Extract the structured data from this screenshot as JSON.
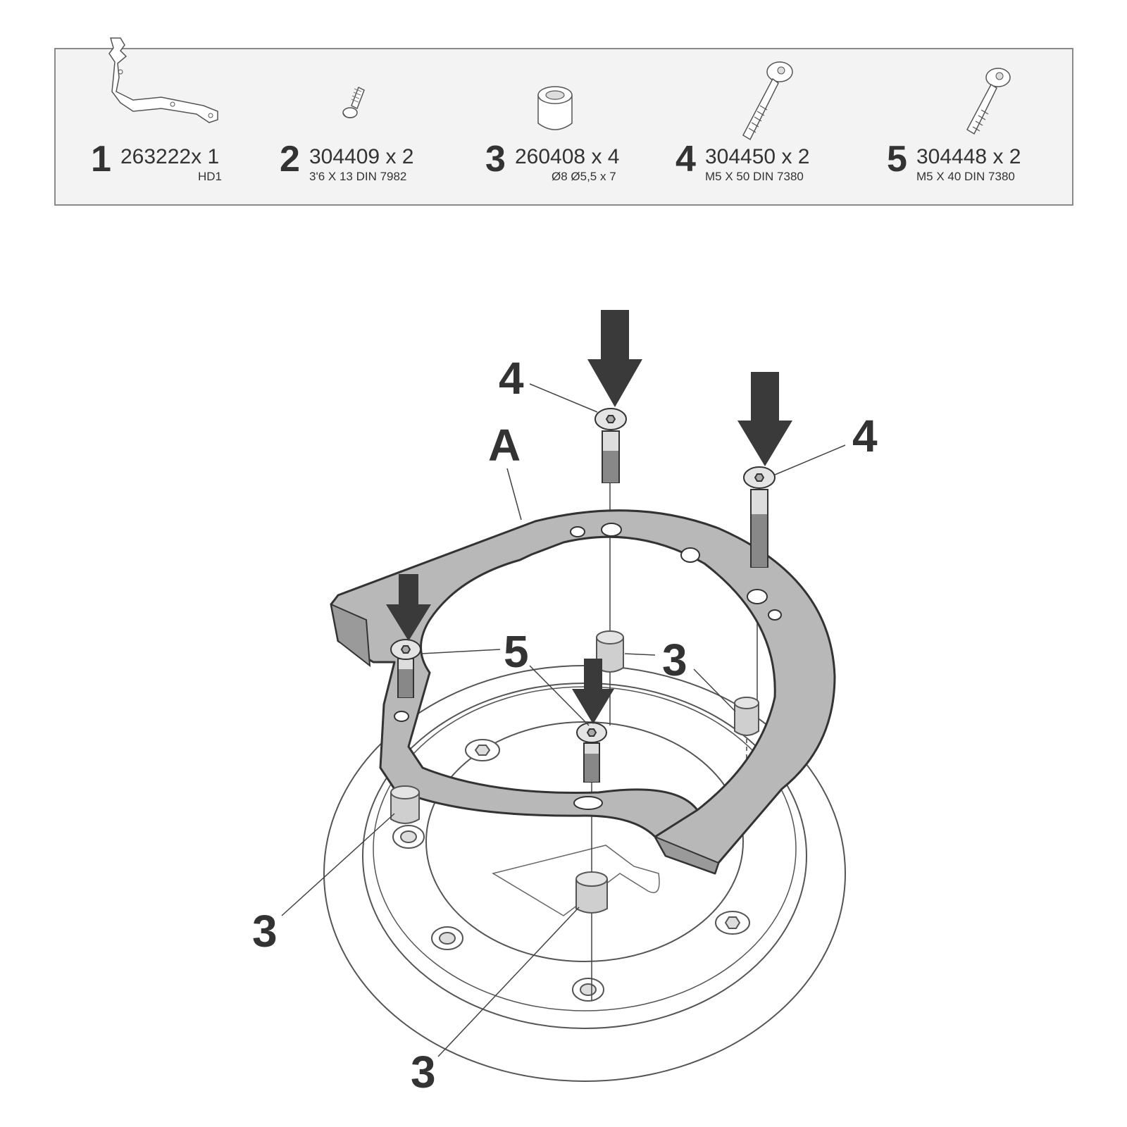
{
  "parts": [
    {
      "number": "1",
      "code": "263222x 1",
      "spec": "HD1"
    },
    {
      "number": "2",
      "code": "304409 x 2",
      "spec": "3'6 X 13 DIN 7982"
    },
    {
      "number": "3",
      "code": "260408 x 4",
      "spec": "Ø8 Ø5,5 x 7"
    },
    {
      "number": "4",
      "code": "304450 x 2",
      "spec": "M5 X 50 DIN 7380"
    },
    {
      "number": "5",
      "code": "304448 x 2",
      "spec": "M5 X 40 DIN 7380"
    }
  ],
  "callouts": {
    "bracket": "A",
    "bolt_m5x50_left": "4",
    "bolt_m5x50_right": "4",
    "bolt_m5x40": "5",
    "spacer_mid_right": "3",
    "spacer_lower_left": "3",
    "spacer_bottom": "3"
  },
  "colors": {
    "background": "#ffffff",
    "panel": "#f3f3f3",
    "panel_border": "#8a8a8a",
    "bracket_fill": "#b8b8b8",
    "ink": "#333333",
    "arrow": "#3a3a3a"
  }
}
